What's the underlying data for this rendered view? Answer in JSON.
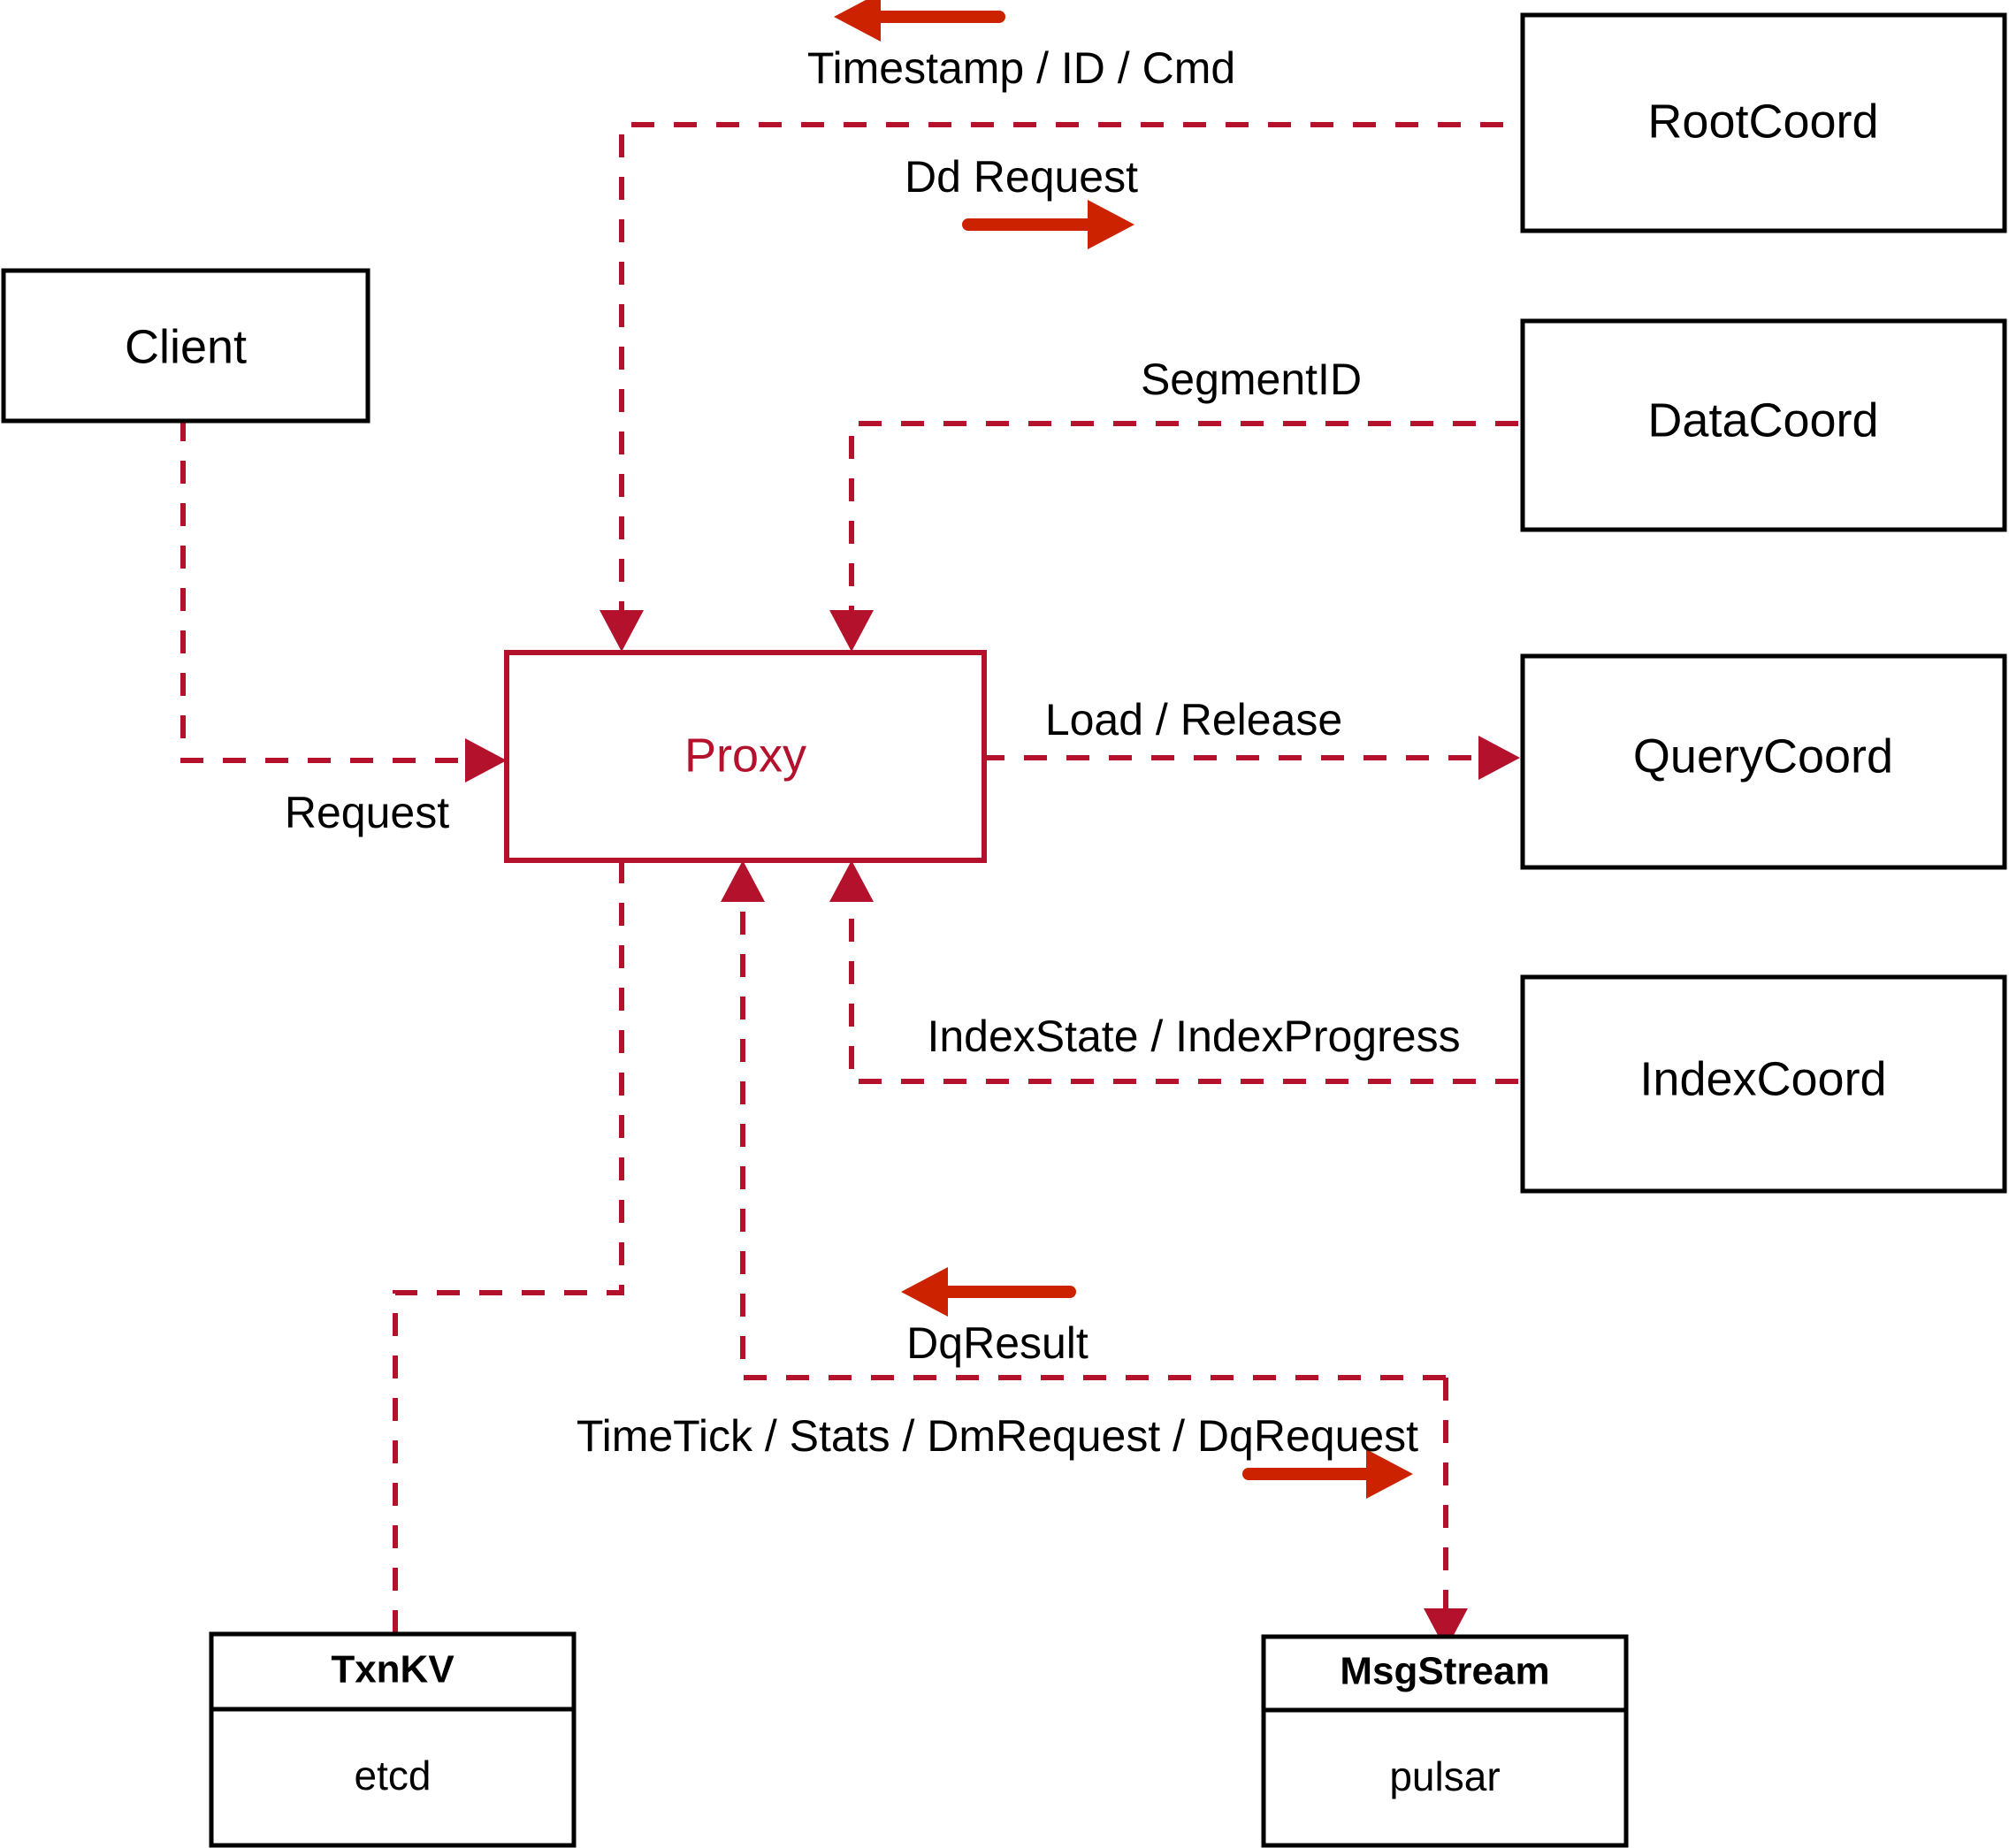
{
  "diagram": {
    "title": "Milvus Proxy interaction diagram",
    "accent_color": "#b4122c",
    "arrow_color": "#cc2200",
    "node_border_color": "#000000",
    "background_color": "#ffffff"
  },
  "nodes": {
    "client": {
      "label": "Client"
    },
    "proxy": {
      "label": "Proxy"
    },
    "root_coord": {
      "label": "RootCoord"
    },
    "data_coord": {
      "label": "DataCoord"
    },
    "query_coord": {
      "label": "QueryCoord"
    },
    "index_coord": {
      "label": "IndexCoord"
    },
    "txnkv": {
      "label": "TxnKV",
      "impl": "etcd"
    },
    "msgstream": {
      "label": "MsgStream",
      "impl": "pulsar"
    }
  },
  "edges": [
    {
      "id": "timestamp-id-cmd",
      "label": "Timestamp / ID / Cmd",
      "from": "RootCoord",
      "to": "Proxy",
      "direction": "left"
    },
    {
      "id": "dd-request",
      "label": "Dd Request",
      "from": "Proxy",
      "to": "RootCoord",
      "direction": "right"
    },
    {
      "id": "segment-id",
      "label": "SegmentID",
      "from": "DataCoord",
      "to": "Proxy",
      "direction": "left"
    },
    {
      "id": "load-release",
      "label": "Load / Release",
      "from": "Proxy",
      "to": "QueryCoord",
      "direction": "right"
    },
    {
      "id": "index-state-progress",
      "label": "IndexState / IndexProgress",
      "from": "IndexCoord",
      "to": "Proxy",
      "direction": "left"
    },
    {
      "id": "request",
      "label": "Request",
      "from": "Client",
      "to": "Proxy",
      "direction": "right"
    },
    {
      "id": "dq-result",
      "label": "DqResult",
      "from": "MsgStream",
      "to": "Proxy",
      "direction": "left"
    },
    {
      "id": "timetick-stats-dm-dq",
      "label": "TimeTick / Stats / DmRequest / DqRequest",
      "from": "Proxy",
      "to": "MsgStream",
      "direction": "right"
    },
    {
      "id": "proxy-txnkv",
      "label": "",
      "from": "Proxy",
      "to": "TxnKV",
      "direction": "none"
    }
  ]
}
